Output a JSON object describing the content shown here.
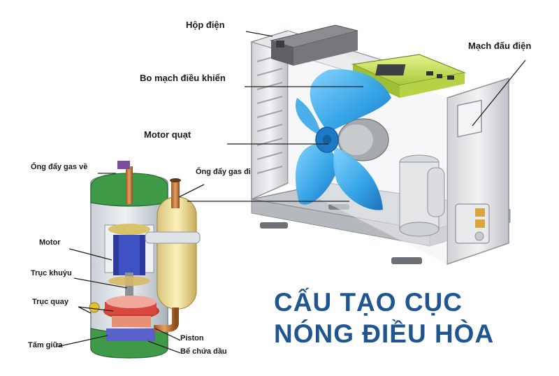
{
  "title": {
    "line1": "CẤU TẠO CỤC",
    "line2": "NÓNG ĐIỀU HÒA"
  },
  "labels": {
    "hop_dien": "Hộp điện",
    "bo_mach": "Bo mạch điều khiển",
    "motor_quat": "Motor quạt",
    "mach_dau_dien": "Mạch đấu điện",
    "ong_day_gas_ve": "Ống đẩy gas về",
    "ong_day_gas_di": "Ống đẩy gas đi",
    "motor": "Motor",
    "truc_khuyu": "Trục khuỷu",
    "truc_quay": "Trục quay",
    "piston": "Piston",
    "be_chua_dau": "Bể chứa dầu",
    "tam_giua": "Tấm giữa"
  },
  "colors": {
    "title": "#1f5590",
    "fan": "#29a3e6",
    "pcb": "#c9e45a",
    "compressor_shell": "#2f8a3a",
    "motor": "#2b3a9c",
    "copper": "#c87a3a",
    "frame": "#d9dadc"
  }
}
